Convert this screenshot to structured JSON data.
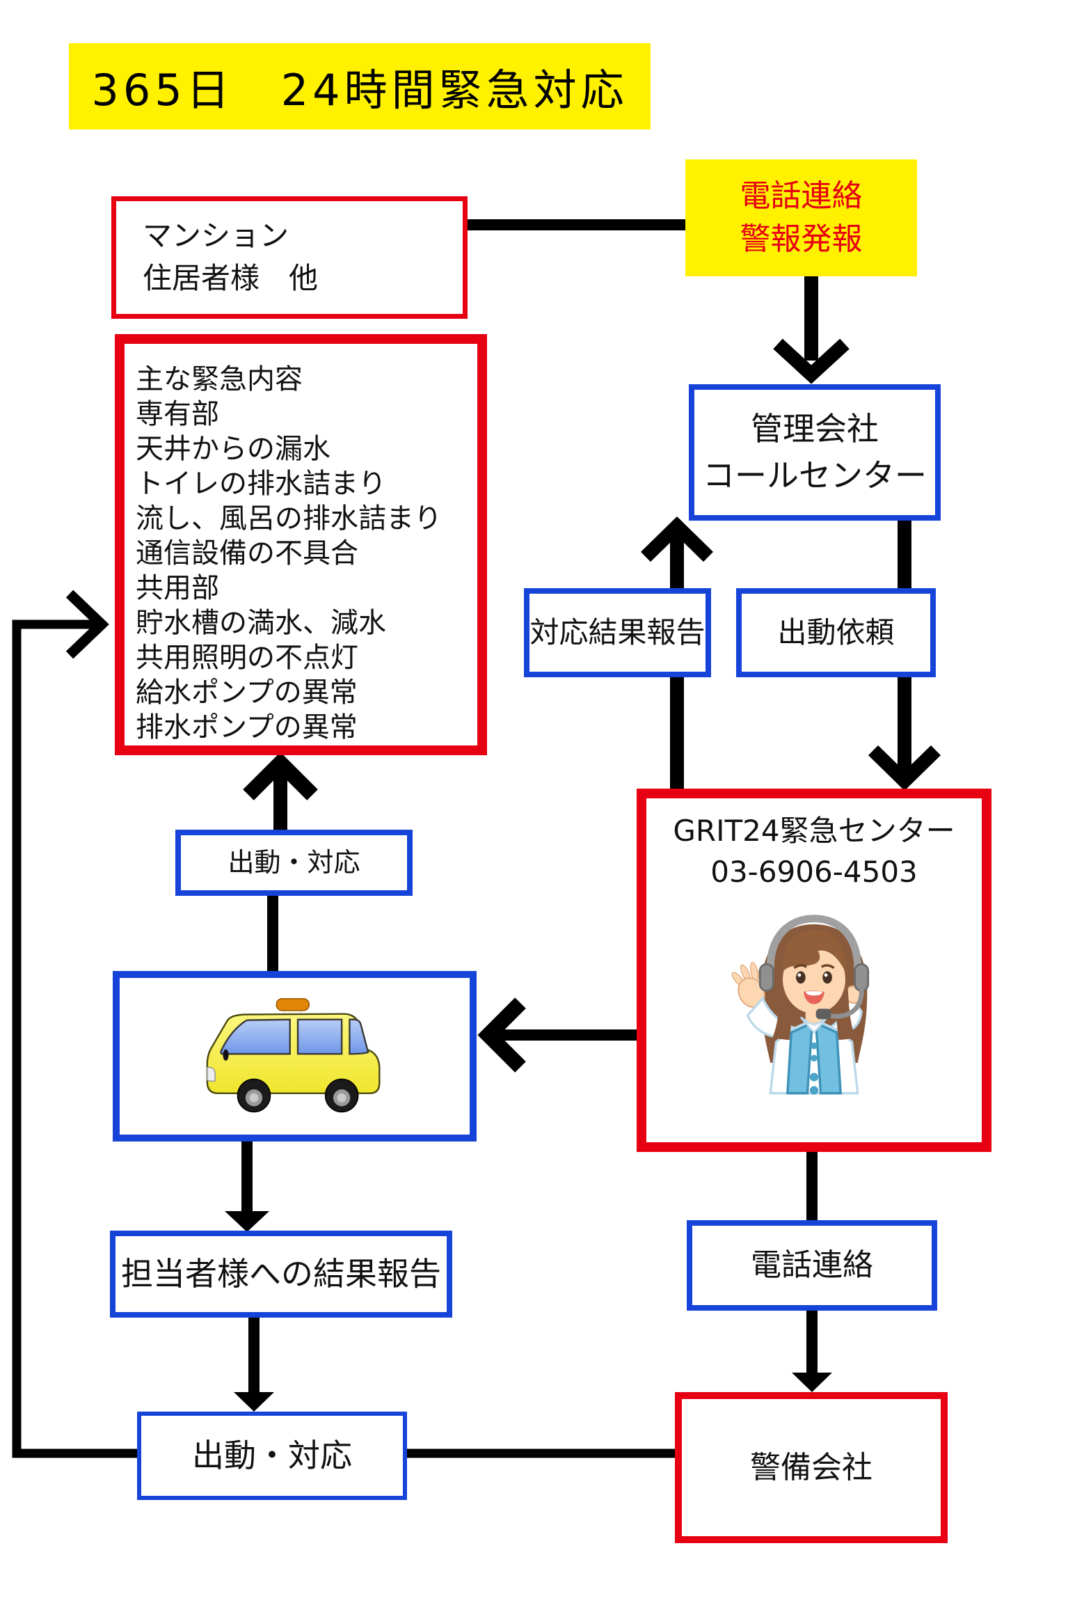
{
  "title": "365日　24時間緊急対応",
  "colors": {
    "accent_red": "#e60012",
    "accent_blue": "#1644d9",
    "accent_yellow": "#fff100"
  },
  "flow": {
    "mansion": {
      "line1": "マンション",
      "line2": "住居者様　他"
    },
    "alert": {
      "line1": "電話連絡",
      "line2": "警報発報"
    },
    "callcenter": {
      "line1": "管理会社",
      "line2": "コールセンター"
    },
    "response_report": "対応結果報告",
    "dispatch_request": "出動依頼",
    "grit": {
      "name": "GRIT24緊急センター",
      "phone": "03-6906-4503"
    },
    "emergency_list": [
      "主な緊急内容",
      "専有部",
      "天井からの漏水",
      "トイレの排水詰まり",
      "流し、風呂の排水詰まり",
      "通信設備の不具合",
      "共用部",
      "貯水槽の満水、減水",
      "共用照明の不点灯",
      "給水ポンプの異常",
      "排水ポンプの異常"
    ],
    "dispatch_mid": "出動・対応",
    "result_report": "担当者様への結果報告",
    "phone_contact": "電話連絡",
    "security": "警備会社",
    "dispatch_bottom": "出動・対応"
  },
  "icons": {
    "operator": "call-center-operator",
    "van": "emergency-service-van"
  }
}
